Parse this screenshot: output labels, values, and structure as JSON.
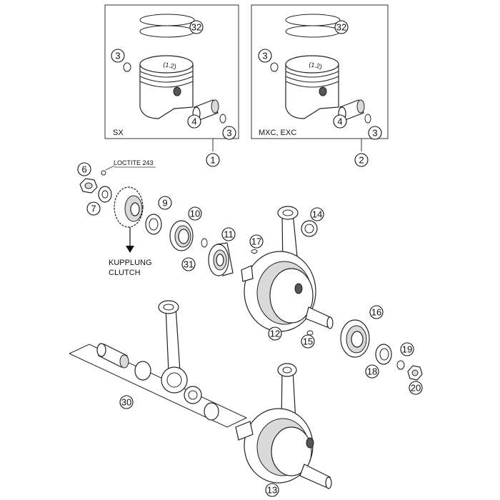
{
  "panels": {
    "left": {
      "variant_label": "SX",
      "number": "1"
    },
    "right": {
      "variant_label": "MXC, EXC",
      "number": "2"
    }
  },
  "notes": {
    "loctite": "LOCTITE 243",
    "clutch_de": "KUPPLUNG",
    "clutch_en": "CLUTCH"
  },
  "callouts": {
    "c32a": "32",
    "c3a": "3",
    "c4a": "4",
    "c3b": "3",
    "c32b": "32",
    "c3c": "3",
    "c4b": "4",
    "c3d": "3",
    "c6": "6",
    "c7": "7",
    "c9": "9",
    "c10": "10",
    "c11": "11",
    "c31": "31",
    "c17": "17",
    "c14": "14",
    "c12": "12",
    "c15": "15",
    "c16": "16",
    "c18": "18",
    "c19": "19",
    "c20": "20",
    "c30": "30",
    "c13": "13"
  },
  "piston_marking": "(1.2)"
}
